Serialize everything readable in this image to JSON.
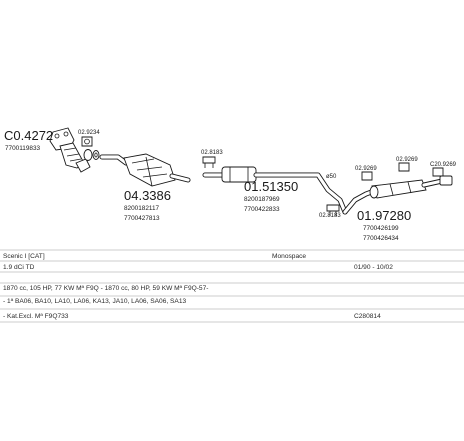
{
  "parts": {
    "cat_front": {
      "code": "C0.4272",
      "ref": "7700119833"
    },
    "clip_front": {
      "code": "02.9234"
    },
    "cat_main": {
      "code": "04.3386",
      "ref1": "8200182117",
      "ref2": "7700427813"
    },
    "clamp_mid": {
      "code": "02.8183"
    },
    "silencer_mid": {
      "code": "01.51350",
      "ref1": "8200187969",
      "ref2": "7700422833"
    },
    "pipe_dia": {
      "code": "ø50"
    },
    "clamp_rear": {
      "code": "02.8183"
    },
    "silencer_rear": {
      "code": "01.97280",
      "ref1": "7700426199",
      "ref2": "7700426434"
    },
    "clamp_r1": {
      "code": "02.9269"
    },
    "clamp_r2": {
      "code": "02.9269"
    },
    "clamp_r3": {
      "code": "C20.9269"
    }
  },
  "table": {
    "model": "Scenic I [CAT]",
    "variant": "Monospace",
    "engine": "1.9 dCi TD",
    "dates": "01/90 - 10/02",
    "spec": "1870 cc, 105 HP, 77 KW Mª F9Q - 1870 cc, 80 HP, 59 KW Mª F9Q-57-",
    "chassis": "- 1ª BA06, BA10, LA10, LA06, KA13, JA10, LA06, SA06, SA13",
    "catalyst": "- Kat.Excl. Mª F9Q733",
    "code": "C280814"
  }
}
